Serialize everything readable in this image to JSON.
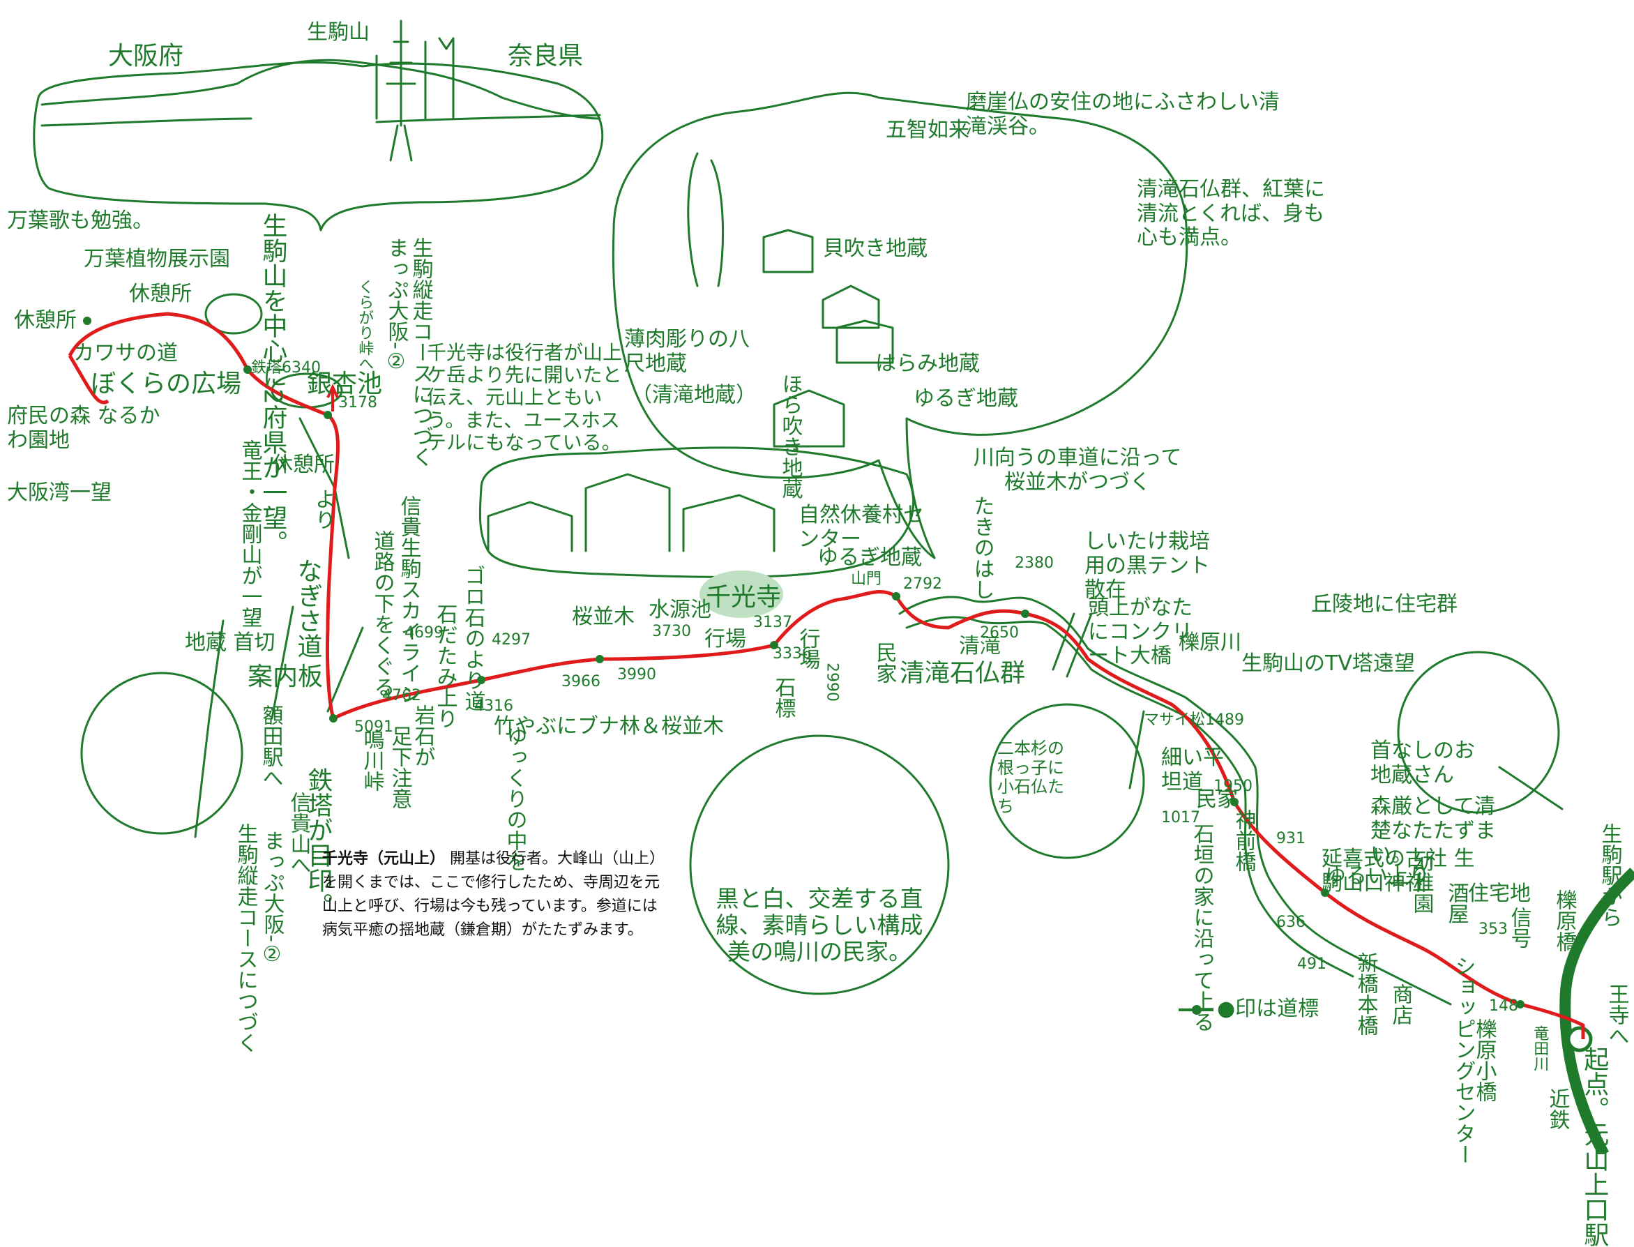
{
  "colors": {
    "ink": "#1f7a2c",
    "route": "#e01b1b",
    "railway": "#1f7a2c",
    "highlight": "#bfe0c2",
    "text": "#111111"
  },
  "regions": {
    "osaka": "大阪府",
    "nara": "奈良県",
    "ikoma_mt": "生駒山"
  },
  "labels": {
    "manyo_study": "万葉歌も勉強。",
    "manyo_garden": "万葉植物展示園",
    "rest_1": "休憩所",
    "rest_2": "休憩所",
    "rest_3": "休憩所",
    "kawahara_path": "カワサの道",
    "bokura_plaza": "ぼくらの広場",
    "fumin_forest": "府民の森 なるかわ園地",
    "osaka_view": "大阪湾一望",
    "tower_note": "生駒山を中心に2府県が一望。",
    "pylon": "鉄塔6340",
    "ginpeiike": "銀杏池",
    "ginpeiike_num": "3178",
    "kuragari": "くらがり峠へ",
    "mapu_osaka_1": "まっぷ大阪-②",
    "juso_course_1": "生駒縦走コースにつづく",
    "ryusho_kongo": "竜王・金剛山が一望",
    "yori": "より",
    "nagisa_path": "なぎさ道",
    "jizo_cut": "地蔵 首切",
    "anchin": "案内板",
    "nukata_st": "額田駅へ",
    "shigi_mt": "信貴山へ",
    "mapu_osaka_2": "まっぷ大阪-②",
    "juso_course_2": "生駒縦走コースにつづく",
    "shigi_skyline": "信貴生駒スカイライン",
    "road_under": "道路の下をくぐる",
    "senkoji_note": "千光寺は役行者が山上ケ岳より先に開いたと伝え、元山上ともいう。また、ユースホステルにもなっている。",
    "narukawa_pass": "鳴川峠",
    "tower_mark": "鉄塔が目印。",
    "foot_care": "足下注意",
    "big_stone": "岩石が",
    "stone_steps": "石だたみ上り",
    "stones_path": "ゴロ石のより道",
    "stone_num": "4297",
    "num_4316": "4316",
    "num_4699": "4699",
    "num_4762": "4762",
    "num_5091": "5091",
    "bamboo": "竹やぶにブナ林＆桜並木",
    "slow_down": "ゆっくりの中を",
    "sakura": "桜並木",
    "water_pond": "水源池",
    "water_num": "3730",
    "gyoba": "行場",
    "gyoba2": "行場",
    "num_3966": "3966",
    "num_3990": "3990",
    "num_3336": "3336",
    "num_2990": "2990",
    "stone_sign": "石標",
    "senkoji": "千光寺",
    "senkoji_num": "3137",
    "sanmon": "山門",
    "yurugi_jizo": "ゆるぎ地蔵",
    "nature_center": "自然休養村センター",
    "magai_note": "磨崖仏の安住の地にふさわしい清滝渓谷。",
    "gochi": "五智如来",
    "kiyotaki_note": "清滝石仏群、紅葉に清流とくれば、身も心も満点。",
    "kaibuki": "貝吹き地蔵",
    "usuniku": "薄肉彫りの八尺地蔵",
    "kiyotaki_jizo": "（清滝地蔵）",
    "horabuki": "ほら吹き地蔵",
    "harami": "はらみ地蔵",
    "yurugi2": "ゆるぎ地蔵",
    "riverside_sakura": "川向うの車道に沿って桜並木がつづく",
    "takinohashi": "たきのはし",
    "num_2792": "2792",
    "num_2650": "2650",
    "num_2380": "2380",
    "shiitake": "しいたけ栽培用の黒テント散在",
    "concrete_bridge": "頭上がなたにコンクリート大橋",
    "minka_1": "民家",
    "kiyotaki_group": "清滝石仏群",
    "kiyotaki": "清滝",
    "minka_2": "民家",
    "kyuryo": "丘陵地に住宅群",
    "kusube_river": "櫟原川",
    "tv_tower": "生駒山のTV塔遠望",
    "headless": "首なしのお地蔵さん",
    "solemn": "森厳として清楚なたたずまい。",
    "ikoma_shrine": "延喜式の古社 生駒山口神社",
    "two_cedar": "二本杉の根っ子に小石仏たち",
    "mazai": "マサイ松1489",
    "narrow_flat": "細い平坦道",
    "num_1950": "1950",
    "num_1017": "1017",
    "num_931": "931",
    "num_636": "636",
    "num_491": "491",
    "num_353": "353",
    "num_148": "148",
    "kami_bridge": "神前橋",
    "stone_wall": "石垣の家に沿って上る",
    "yuru_up": "ゆるい上り",
    "kindergarten": "幼稚園",
    "liquor": "酒屋",
    "residential": "住宅地",
    "signal": "信号",
    "kusube_bridge": "櫟原橋",
    "new_bridge": "新橋本橋",
    "shop": "商店",
    "shopping": "ショッピングセンター",
    "kusube_small": "櫟原小橋",
    "tatsuta_river": "竜田川",
    "kintetsu": "近鉄",
    "to_ikoma": "生駒駅から",
    "to_oji": "王寺へ",
    "start": "起点。元山上口駅",
    "michishirube": "●印は道標",
    "narukawa_note": "黒と白、交差する直線、素晴らしい構成美の鳴川の民家。"
  },
  "description": {
    "title": "千光寺（元山上）",
    "body": "開基は役行者。大峰山（山上）を開くまでは、ここで修行したため、寺周辺を元山上と呼び、行場は今も残っています。参道には病気平癒の揺地蔵（鎌倉期）がたたずみます。"
  }
}
